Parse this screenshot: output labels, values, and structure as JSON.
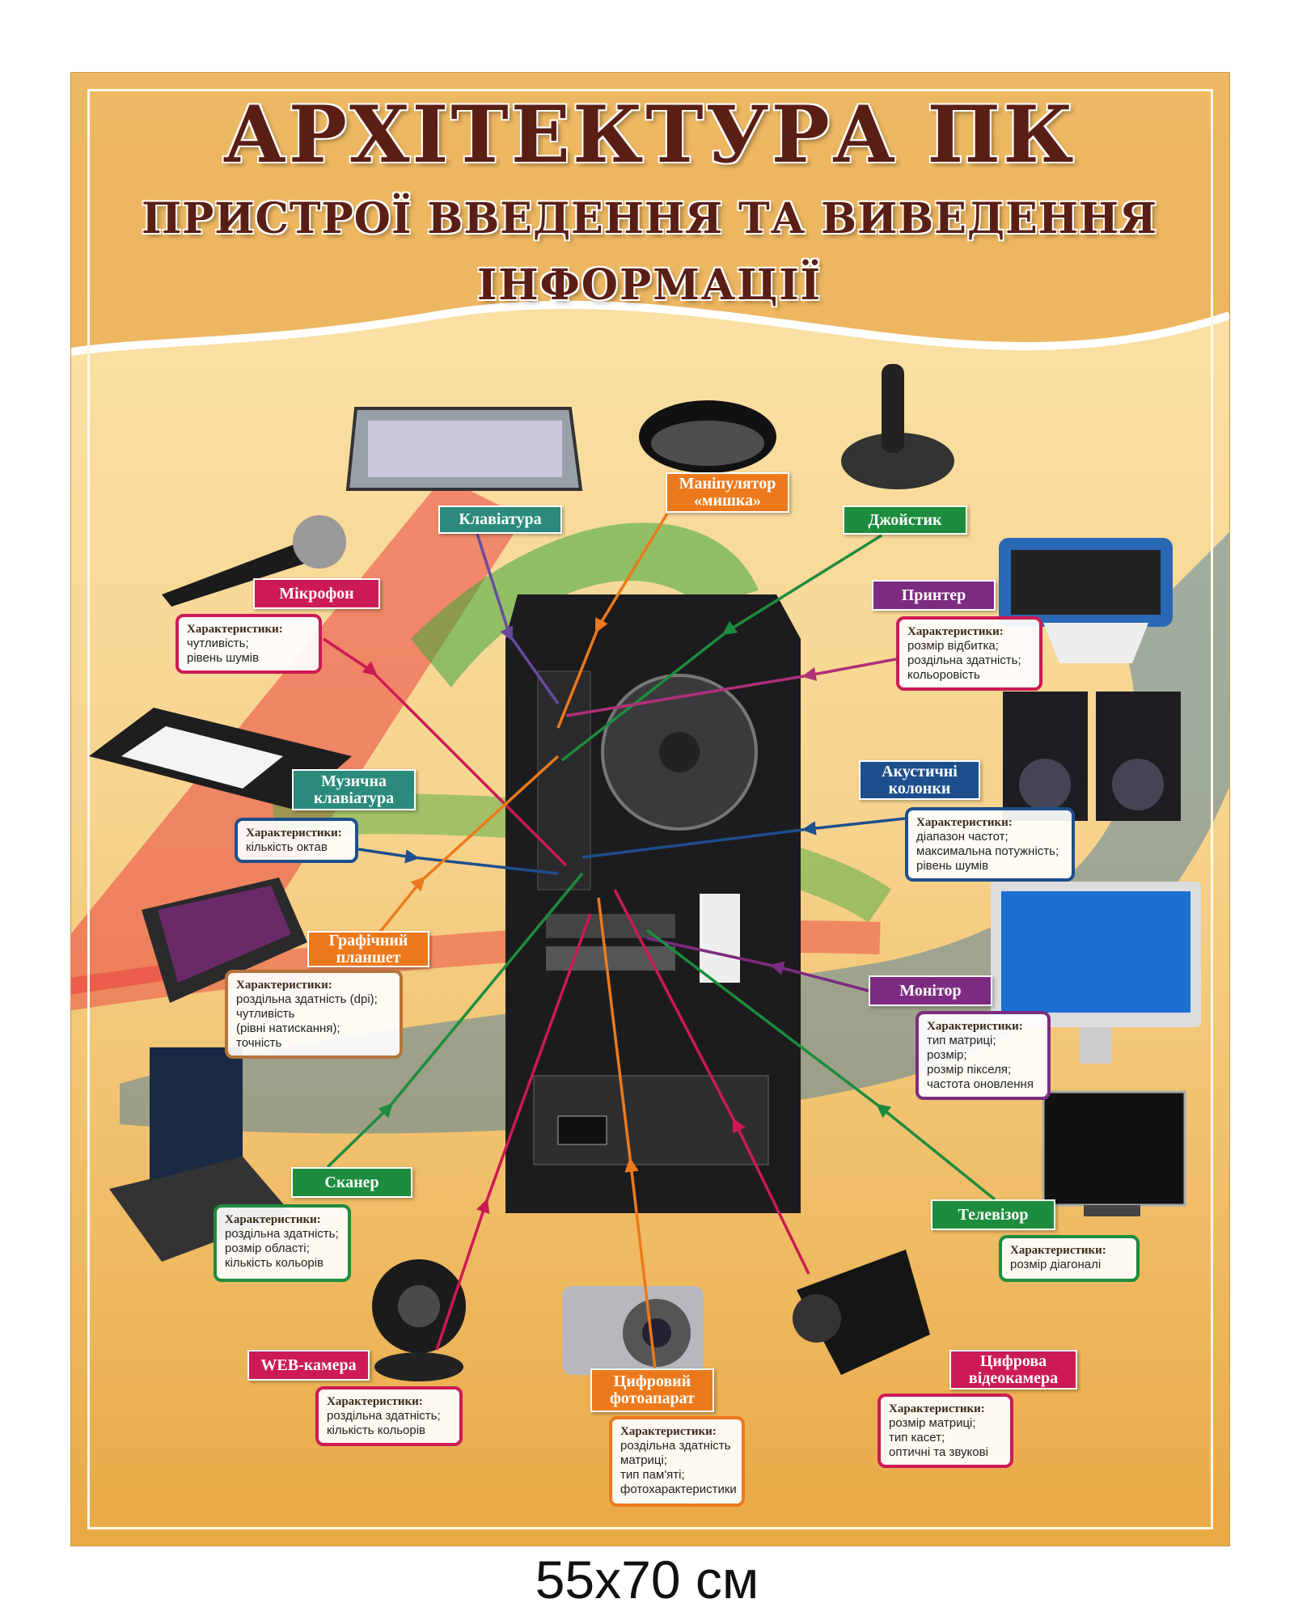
{
  "title": "АРХІТЕКТУРА ПК",
  "subtitle_line1": "ПРИСТРОЇ ВВЕДЕННЯ ТА ВИВЕДЕННЯ",
  "subtitle_line2": "ІНФОРМАЦІЇ",
  "size_caption": "55x70 см",
  "char_heading": "Характеристики:",
  "colors": {
    "teal": "#2b8a7c",
    "orange": "#ec7a1c",
    "green": "#1d8c3e",
    "crimson": "#cc1a55",
    "purple": "#7c2c80",
    "blue": "#1d4f8c",
    "title": "#5a1e14"
  },
  "devices": {
    "keyboard": {
      "label": "Клавіатура"
    },
    "mouse": {
      "label": "Маніпулятор «мишка»"
    },
    "joystick": {
      "label": "Джойстик"
    },
    "microphone": {
      "label": "Мікрофон",
      "chars": [
        "чутливість;",
        "рівень шумів"
      ]
    },
    "printer": {
      "label": "Принтер",
      "chars": [
        "розмір відбитка;",
        "роздільна здатність;",
        "кольоровість"
      ]
    },
    "music_keyboard": {
      "label": "Музична клавіатура",
      "chars": [
        "кількість октав"
      ]
    },
    "speakers": {
      "label": "Акустичні колонки",
      "chars": [
        "діапазон частот;",
        "максимальна потужність;",
        "рівень шумів"
      ]
    },
    "tablet": {
      "label": "Графічний планшет",
      "chars": [
        "роздільна здатність (dpi);",
        "чутливість",
        "(рівні натискання);",
        "точність"
      ]
    },
    "monitor": {
      "label": "Монітор",
      "chars": [
        "тип матриці;",
        "розмір;",
        "розмір пікселя;",
        "частота оновлення"
      ]
    },
    "scanner": {
      "label": "Сканер",
      "chars": [
        "роздільна здатність;",
        "розмір області;",
        "кількість кольорів"
      ]
    },
    "tv": {
      "label": "Телевізор",
      "chars": [
        "розмір діагоналі"
      ]
    },
    "webcam": {
      "label": "WEB-камера",
      "chars": [
        "роздільна здатність;",
        "кількість кольорів"
      ]
    },
    "camera": {
      "label": "Цифровий фотоапарат",
      "chars": [
        "роздільна здатність матриці;",
        "тип пам'яті;",
        "фотохарактеристики"
      ]
    },
    "videocamera": {
      "label": "Цифрова відеокамера",
      "chars": [
        "розмір матриці;",
        "тип касет;",
        "оптичні та звукові"
      ]
    }
  }
}
